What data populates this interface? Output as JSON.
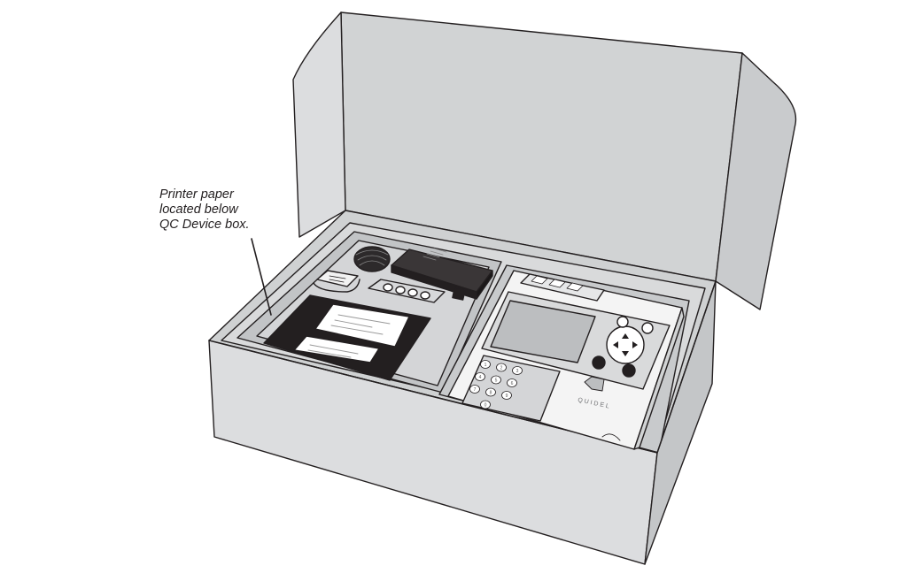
{
  "callout": {
    "lines": [
      "Printer paper",
      "located below",
      "QC Device box."
    ]
  },
  "device": {
    "brand": "QUIDEL",
    "keypad": [
      "1",
      "2",
      "3",
      "4",
      "5",
      "6",
      "7",
      "8",
      "9",
      "0"
    ]
  },
  "colors": {
    "box_gray": "#d1d3d4",
    "box_gray_light": "#dcdddf",
    "box_gray_dark": "#bcbec0",
    "tray_black": "#231f20",
    "device_white": "#f4f4f4",
    "outline": "#231f20"
  }
}
